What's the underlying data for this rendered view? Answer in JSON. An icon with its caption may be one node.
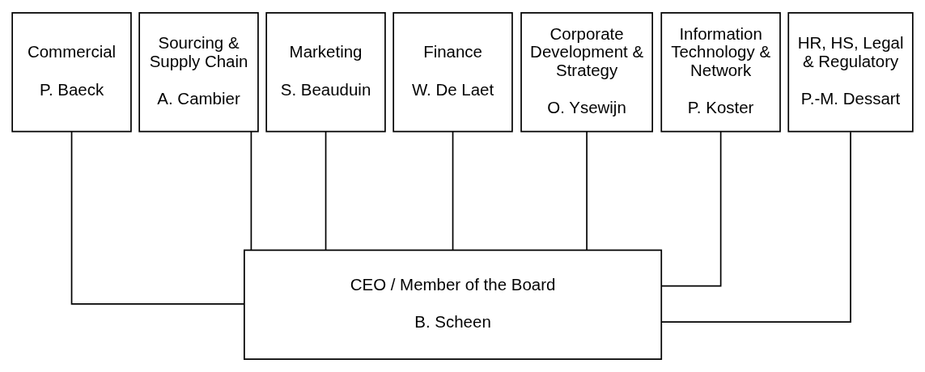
{
  "diagram": {
    "nodes": [
      {
        "text": [
          "Commercial",
          "P. Baeck"
        ]
      },
      {
        "text": [
          "Sourcing & Supply Chain",
          "A. Cambier"
        ]
      },
      {
        "text": [
          "Marketing",
          "S. Beauduin"
        ]
      },
      {
        "text": [
          "Finance",
          "W. De Laet"
        ]
      },
      {
        "text": [
          "Corporate Development & Strategy",
          "O. Ysewijn"
        ]
      },
      {
        "text": [
          "Information Technology & Network",
          "P. Koster"
        ]
      },
      {
        "text": [
          "HR, HS, Legal & Regulatory",
          "P.-M. Dessart"
        ]
      },
      {
        "text": [
          "CEO / Member of the Board",
          "B. Scheen"
        ]
      }
    ],
    "edges": [
      {
        "from": 7,
        "to": 0,
        "arrow": "none"
      },
      {
        "from": 7,
        "to": 1,
        "arrow": "none"
      },
      {
        "from": 7,
        "to": 2,
        "arrow": "none"
      },
      {
        "from": 7,
        "to": 3,
        "arrow": "none"
      },
      {
        "from": 7,
        "to": 4,
        "arrow": "none"
      },
      {
        "from": 7,
        "to": 5,
        "arrow": "none"
      },
      {
        "from": 7,
        "to": 6,
        "arrow": "none"
      }
    ]
  }
}
